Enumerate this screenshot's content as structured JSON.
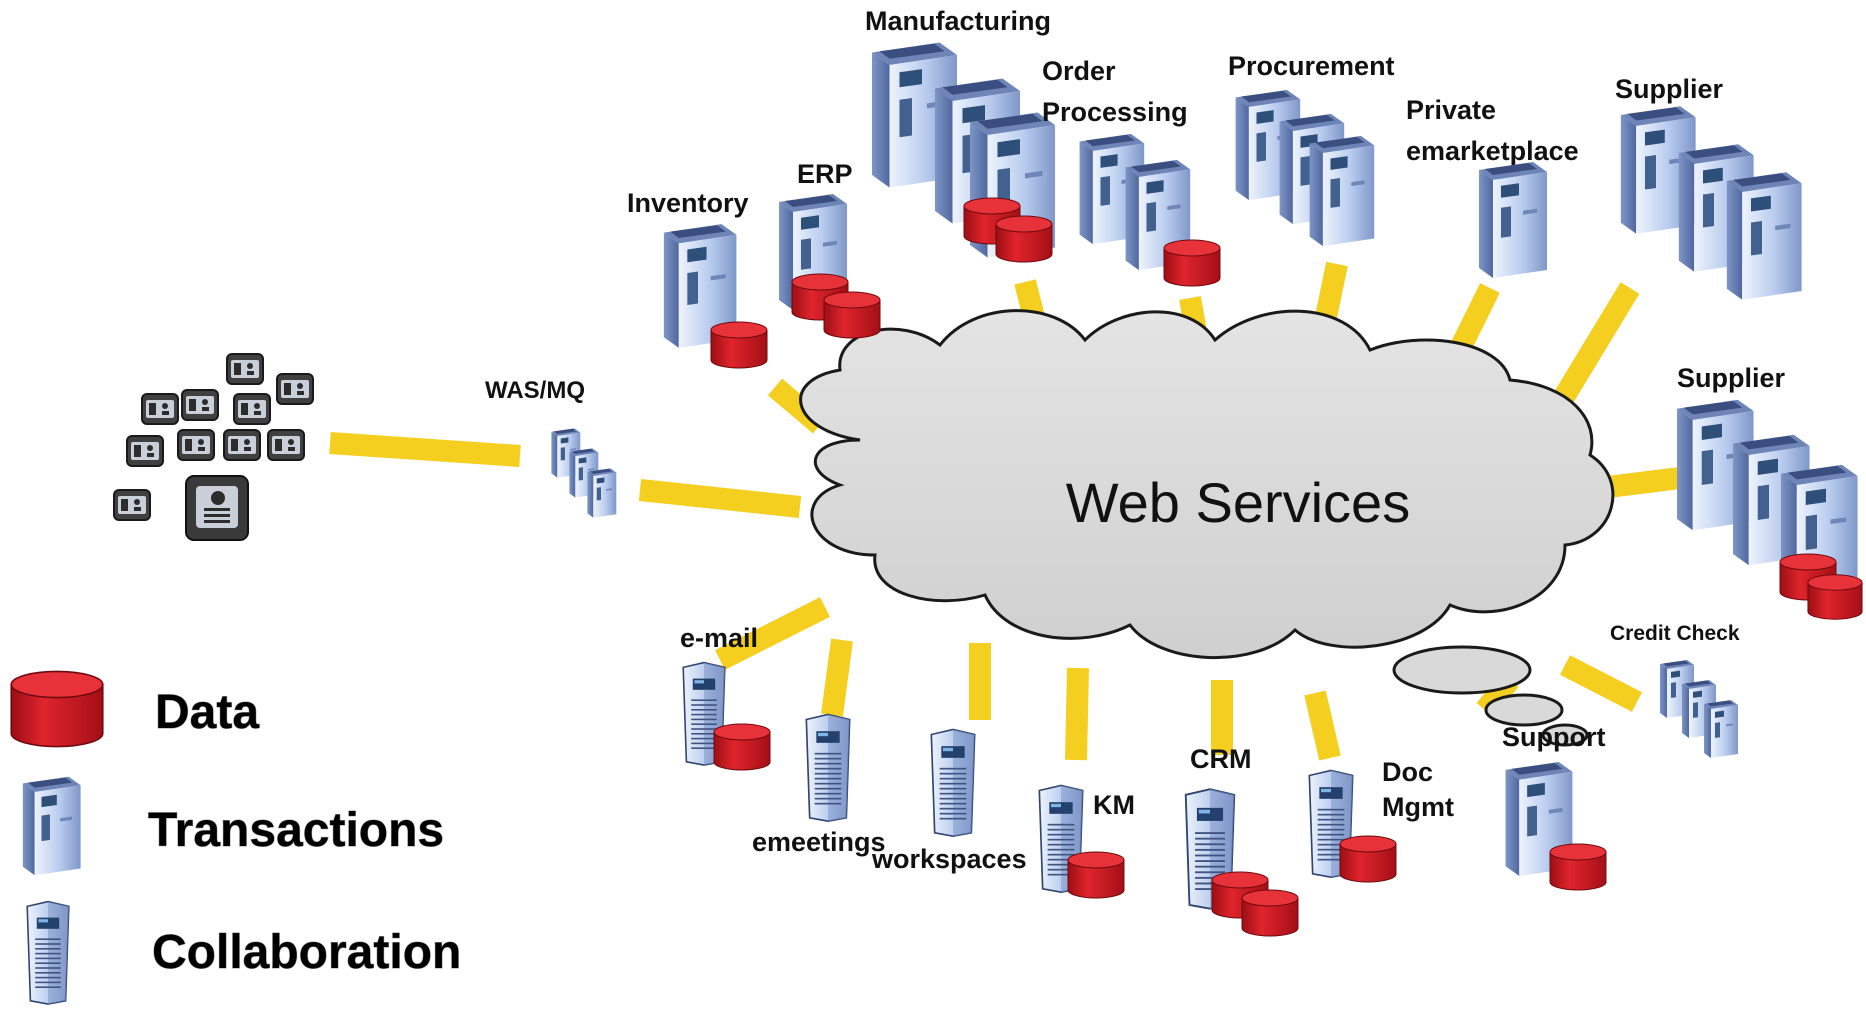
{
  "center": {
    "label": "Web Services"
  },
  "nodes": {
    "manufacturing": {
      "label": "Manufacturing",
      "kind": "transactions",
      "has_data": true
    },
    "order_processing": {
      "label_line1": "Order",
      "label_line2": "Processing",
      "kind": "transactions",
      "has_data": true
    },
    "procurement": {
      "label": "Procurement",
      "kind": "transactions",
      "has_data": false
    },
    "private_emarketplace": {
      "label_line1": "Private",
      "label_line2": "emarketplace",
      "kind": "transactions",
      "has_data": false
    },
    "supplier_top": {
      "label": "Supplier",
      "kind": "transactions",
      "has_data": false
    },
    "supplier_right": {
      "label": "Supplier",
      "kind": "transactions",
      "has_data": true
    },
    "erp": {
      "label": "ERP",
      "kind": "transactions",
      "has_data": true
    },
    "inventory": {
      "label": "Inventory",
      "kind": "transactions",
      "has_data": true
    },
    "was_mq": {
      "label": "WAS/MQ",
      "kind": "transactions",
      "has_data": false
    },
    "devices": {
      "kind": "client-devices"
    },
    "email": {
      "label": "e-mail",
      "kind": "collaboration",
      "has_data": true
    },
    "emeetings": {
      "label": "emeetings",
      "kind": "collaboration",
      "has_data": false
    },
    "workspaces": {
      "label": "workspaces",
      "kind": "collaboration",
      "has_data": false
    },
    "km": {
      "label": "KM",
      "kind": "collaboration",
      "has_data": true
    },
    "crm": {
      "label": "CRM",
      "kind": "collaboration",
      "has_data": true
    },
    "doc_mgmt": {
      "label_line1": "Doc",
      "label_line2": "Mgmt",
      "kind": "collaboration",
      "has_data": true
    },
    "support": {
      "label": "Support",
      "kind": "transactions",
      "has_data": true
    },
    "credit_check": {
      "label": "Credit Check",
      "kind": "transactions",
      "has_data": false
    }
  },
  "legend": {
    "data": {
      "label": "Data",
      "icon": "database-icon"
    },
    "transactions": {
      "label": "Transactions",
      "icon": "server-icon"
    },
    "collaboration": {
      "label": "Collaboration",
      "icon": "tower-server-icon"
    }
  },
  "colors": {
    "connector": "#F5CF1F",
    "cloud": "#D7D7D7",
    "database": "#D0141E",
    "server_light": "#DCE7FA",
    "server_mid": "#A9BFE8",
    "server_dark": "#5F78B0"
  }
}
